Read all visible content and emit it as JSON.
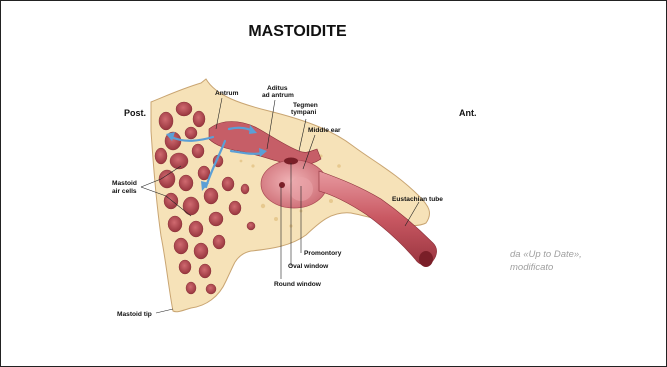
{
  "slide": {
    "title": "MASTOIDITE",
    "source_line1": "da «Up to Date»,",
    "source_line2": "modificato"
  },
  "diagram": {
    "labels": {
      "post": "Post.",
      "ant": "Ant.",
      "antrum": "Antrum",
      "aditus_line1": "Aditus",
      "aditus_line2": "ad antrum",
      "tegmen_line1": "Tegmen",
      "tegmen_line2": "tympani",
      "middle_ear": "Middle ear",
      "mastoid_line1": "Mastoid",
      "mastoid_line2": "air cells",
      "eustachian": "Eustachian tube",
      "promontory": "Promontory",
      "oval_window": "Oval window",
      "round_window": "Round window",
      "mastoid_tip": "Mastoid tip"
    }
  },
  "colors": {
    "bone": "#f6e2b8",
    "bone_outline": "#c9a572",
    "air_cell": "#b0454c",
    "tissue": "#d9797f",
    "arrow": "#5b9fd6"
  }
}
